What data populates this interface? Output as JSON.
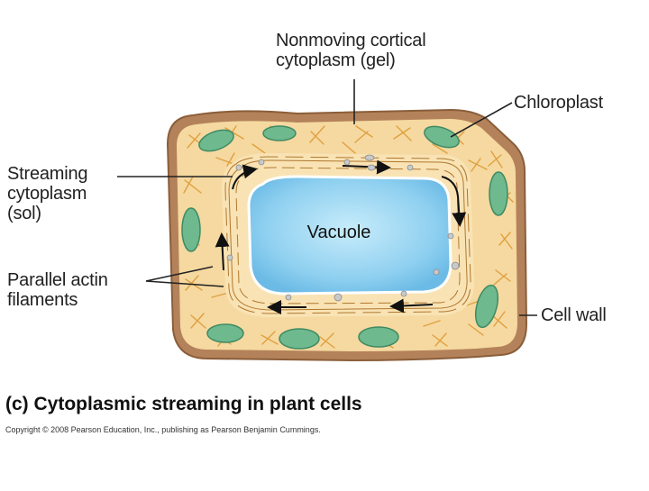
{
  "labels": {
    "nonmoving": [
      "Nonmoving cortical",
      "cytoplasm (gel)"
    ],
    "chloroplast": "Chloroplast",
    "streaming": [
      "Streaming",
      "cytoplasm",
      "(sol)"
    ],
    "vacuole": "Vacuole",
    "actin": [
      "Parallel actin",
      "filaments"
    ],
    "cell_wall": "Cell wall"
  },
  "caption": "(c) Cytoplasmic streaming in plant cells",
  "copyright": "Copyright © 2008 Pearson Education, Inc., publishing as Pearson Benjamin Cummings.",
  "colors": {
    "cell_wall": "#b4825a",
    "cytoplasm": "#f5d9a0",
    "actin_mesh": "#e0a040",
    "vacuole": "#8fd0f0",
    "vacuole_edge": "#ffffff",
    "chloroplast": "#6fb98f",
    "chloroplast_edge": "#3f8a63",
    "stream_arrow": "#111111",
    "leader_line": "#222222"
  }
}
